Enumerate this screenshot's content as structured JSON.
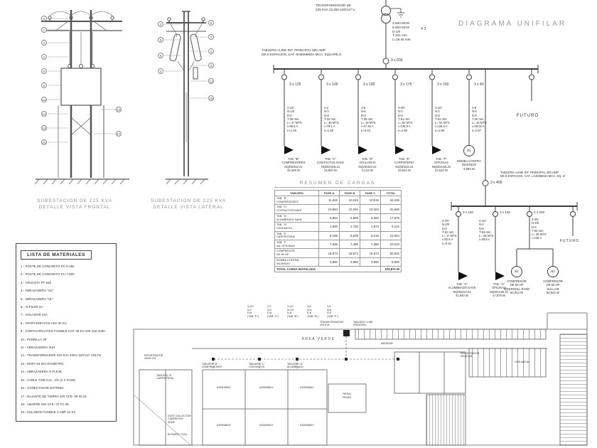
{
  "title": "DIAGRAMA UNIFILAR",
  "substation": {
    "front_caption": "SUBESTACION DE 225 KVA\nDETALLE VISTA FRONTAL",
    "side_caption": "SUBESTACION DE 225 KVA\nDETALLE VISTA LATERAL",
    "callouts_front": [
      "6",
      "7",
      "3",
      "2",
      "9",
      "8",
      "12",
      "14",
      "13",
      "15",
      "16",
      "17"
    ],
    "callouts_side": [
      "3",
      "9",
      "8",
      "2",
      "6",
      "7",
      "4",
      "5",
      "11",
      "19"
    ]
  },
  "oneline": {
    "transformer_label": "TRANSFORMADOR DE\n225 KVA 13,200-220/127 V.",
    "feeder_note": "2-500 MCM\n6-500 MCM\nD-1/0\nT-101 mm\nL=18.00 mts",
    "feeder_mult": "X 2",
    "main_panel_note": "TABLERO I-LINE INT. PRINCIPAL 600 AMP.\nDE 8 ESPACIOS, CAT. NAB00M63A MCA. SQUARE D",
    "main_breaker": "3 x 600",
    "futuro_label": "FUTURO",
    "bomba_symbol": "B1",
    "branches": [
      {
        "breaker": "3 x 125",
        "cable": "3-1/0\nN-1/0\nD-6\nT-35 mm\nL= 47 MTS\ni=95.5 A\ne=1.45",
        "load": "TAB. \"B\"\nCOMPRESORES\nNQOD442.21\n33,449 W"
      },
      {
        "breaker": "3 x 100",
        "cable": "3-2\nN-2\nD-8\nT-32 mm\nL= 45 MTS\ni=79.2 A\ne=1.48",
        "load": "TAB. \"C\"\nCONTACTOS NAVE\nNQOD304L21\n14,934 W"
      },
      {
        "breaker": "3 x 100",
        "cable": "3-6\nN-6\nD-8\nT-25 mm\nL= 18 MTS\ni=47.45 A\ne=0.34",
        "load": "TAB. \"D\"\nVIGILANCIA\nNQOD424.21\n6,124 W"
      },
      {
        "breaker": "3 x 175",
        "cable": "3-2/0\nN-2\nD-6\nT-51 mm\nL= 82 MTS\ni=145.8 A\ne=2.88",
        "load": "TAB. \"E\"\nCARPINTERIA\nNQOD434.21\n24,944 W"
      },
      {
        "breaker": "3 x 150",
        "cable": "3-1/0\nN-2\nD-8\nT-51 mm\nL= 51 MTS\ni=125.4 A\ne=1.96",
        "load": "TAB. \"F\"\nOFICINAS\nNQOD442L21\n22,510 W"
      },
      {
        "breaker": "3 x 40",
        "cable": "3-8\nN-8\nD-8\nT-25 mm\nL= 18 MTS\ni=25.02 A\ne=2.67",
        "load": "BOMBA CONTRA\nINCENDIO\n8,580 W"
      }
    ],
    "sub_panel_note": "TABLERO I-LINE INT. PRINCIPAL 400 AMP.\nDE 8 ESPACIOS, CAT. LA400M63A MCA. SQ. D",
    "sub_main_breaker": "3 x 400",
    "sub_futuro_label": "FUTURO",
    "sub_breakers": [
      "3 x 150",
      "3 x 150",
      "3 x 200"
    ],
    "sub_cables": [
      "3-2/0\nN-2/0\nD-6\nT-51 mm\nL= 17 MTS\ni=82.5 A\ne=0.34",
      "3-1/0\nN-2\nD-8\nT-63 mm\nL= 38 MTS\ni=48.8 A",
      "3-4/0\nN-4/0\nD-6\nT-63 mm\nL= 38 MTS\ni=146 A"
    ],
    "sub_loads": [
      "TAB. \"A\"\nALUMBRADO NAVE\nNQOD424.21\n31,540 W",
      "TAB. \"G\"\nOFICINAS\nNQOD442L21\n17,879 W",
      "COMPRESOR\nDE 50 HP\nINGERSOLL RAND\n50,922 W",
      "COMPRESOR\nDE 50 HP\nSULLAIR\n50,922 W"
    ],
    "motor_symbols": [
      "B1",
      "B2"
    ]
  },
  "resumen": {
    "title": "RESUMEN DE CARGAS",
    "headers": [
      "TABLERO",
      "FASE A",
      "FASE B",
      "FASE C",
      "TOTAL"
    ],
    "rows": [
      [
        "TAB. \"B\"\nCOMPRESORES",
        "11,619",
        "10,915",
        "10,915",
        "33,449"
      ],
      [
        "TAB. \"C\"\nCONTACTOS NAVE",
        "10,884",
        "10,252",
        "10,404",
        "31,540"
      ],
      [
        "TAB. \"A\"\nALUMBRADO NAVE",
        "5,954",
        "5,965",
        "5,960",
        "17,879"
      ],
      [
        "TAB. \"D\"\nVIGILANCIA",
        "1,500",
        "2,750",
        "1,874",
        "6,124"
      ],
      [
        "TAB. \"E\"\nCARPINTERIA",
        "8,188",
        "8,538",
        "8,218",
        "24,944"
      ],
      [
        "TAB. \"F\"\nAA. OFICINAS",
        "7,635",
        "7,495",
        "7,380",
        "22,510"
      ],
      [
        "COMPRESOR\nDE 50 HP",
        "16,974",
        "16,974",
        "16,974",
        "50,922"
      ],
      [
        "BOMBA CONTRA\nINCENDIO",
        "2,860",
        "2,860",
        "2,860",
        "8,580"
      ]
    ],
    "footer_label": "TOTAL CARGA INSTALADA",
    "total": "220,872 W"
  },
  "materials": {
    "title": "LISTA  DE  MATERIALES",
    "items": [
      "1.-  POSTE DE CONCRETO PC-9-450",
      "2.-  POSTE DE CONCRETO PC-7-600",
      "3.-  CRUCETA PT-250",
      "4.-  ABRAZADERA \"UC\"",
      "5.-  ABRAZADERA \"UL\"",
      "6.-  ALFILER 2A",
      "7.-  AISLADOR 33A",
      "8.-  APARTARRAYOS ADA 30 KV",
      "9.-  CORTACIRCUITOS FUSIBLE CCF 38 KV-100-150-2000",
      "10.- PARRILLA 3P",
      "11.- ABRAZADERA 3UH",
      "12.- TRANSFORMADOR 150 KVA 33KV-220/127 VOLTS",
      "13.- MUFA 63 mm DIAMETRO",
      "14.- ABRAZADERA O FLEJE",
      "15.- CABLE THW CAL. 4/0 (2 X FASE)",
      "16.- CONECTADOR ESTRIBO",
      "17.- BAJANTE DE TIERRA S/N CFE- 09 00 02",
      "18.- AMARRE S/N CFE- 07 FC 05",
      "19.- ESLABON FUSIBLE 3 AMP 24 KV"
    ]
  },
  "plan": {
    "area_verde": "AREA VERDE",
    "room_label": "ASSEMBLY",
    "resin_label": "RESIN\nFINISH",
    "cable_notes": [
      "3-2/0\nN-2\nD-8\n(TAB \"E\")",
      "3-2\nN-2\nD-8\n(TAB \"C\")",
      "3-1/0\nN-1/0\nD-8\n(TAB \"B\")",
      "3-8\nN-8\nD-8\n(TAB \"D\")",
      "3-6\nN-6\nD-8\n(TAB \"F\")"
    ],
    "labels": [
      "REGISTRADOR\n40x40 CM",
      "TABLERO \"E\"\nCARPINTERIA",
      "TABLERO \"B\"\nCOMPRESORES",
      "TABLERO \"C\"\nCONTACTOS",
      "TABLERO \"A\"\nALUMBRADO",
      "TRANSFORMADOR\n225 KVA",
      "TABLERO I-LINE\nPRINCIPAL",
      "VIGILANCIA",
      "DUST COLLECTOR\nCARPENTRY\nSHOP",
      "ELEMENT TOOL",
      "REGISTRADOR\n40x40 CM",
      "MEDIDOR"
    ]
  }
}
